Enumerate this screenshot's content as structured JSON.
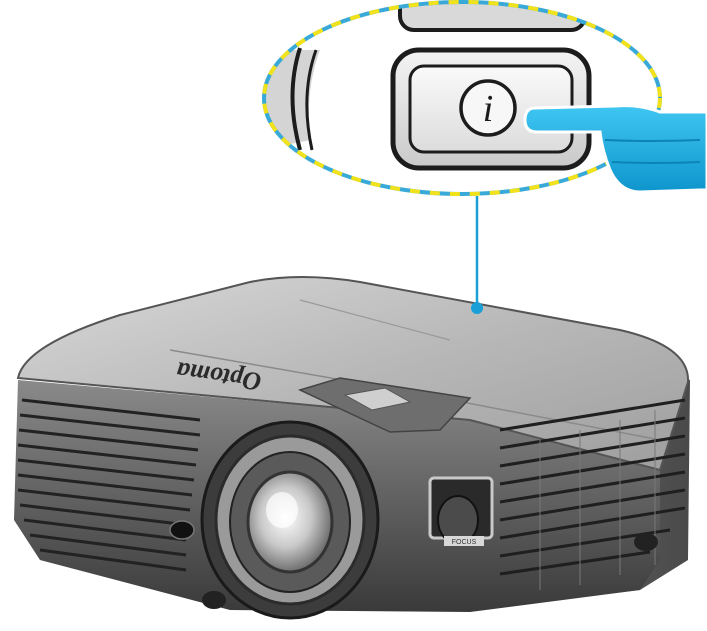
{
  "brand": {
    "name": "Optoma",
    "color": "#2b2b2b"
  },
  "button": {
    "glyph": "i",
    "icon": "info-icon"
  },
  "callout": {
    "dash_colors": [
      "#f2e21b",
      "#39a9d8"
    ],
    "line_color": "#1a9fd6"
  },
  "hand": {
    "icon": "pointing-hand-icon",
    "color": "#17aee4"
  },
  "side_label": {
    "text": "FOCUS"
  }
}
